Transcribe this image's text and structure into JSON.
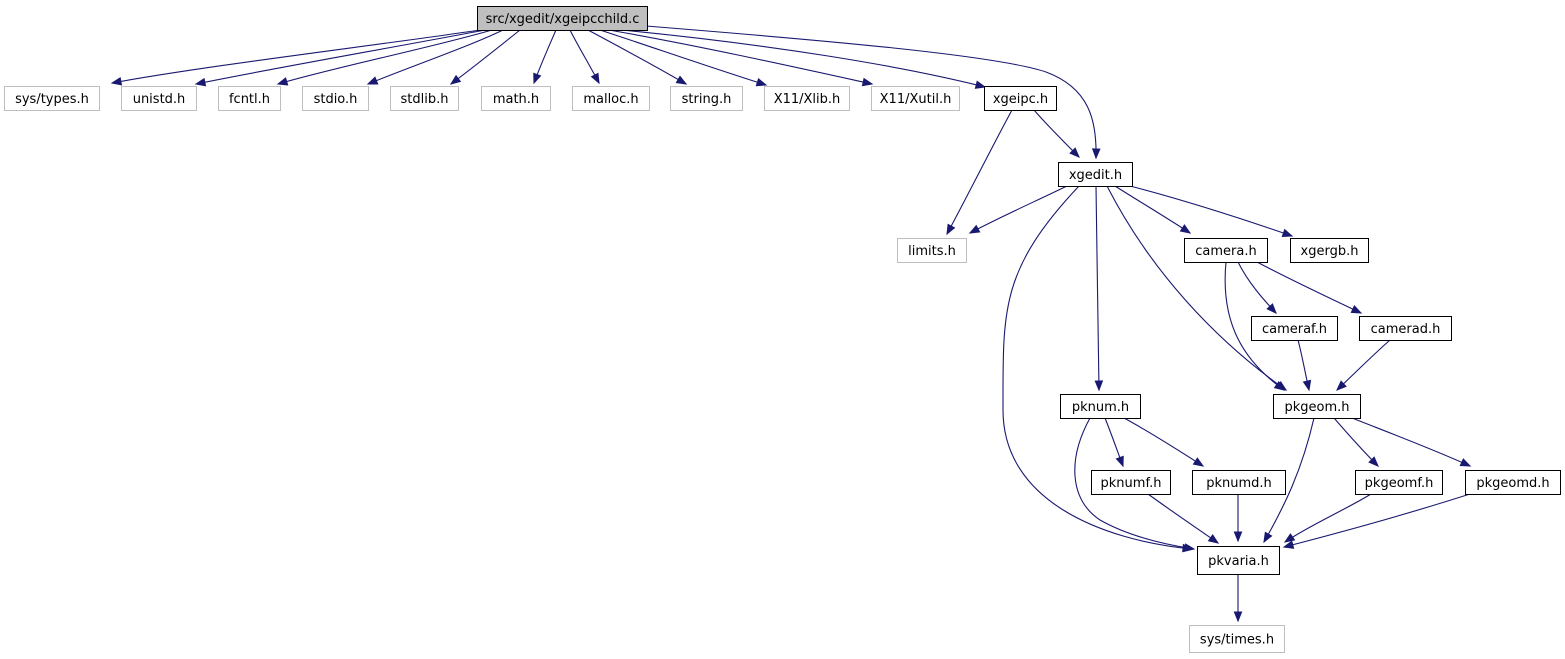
{
  "colors": {
    "edge": "#191970",
    "root_fill": "#bfbfbf",
    "root_border": "#000000",
    "documented_border": "#000000",
    "external_border": "#bfbfbf",
    "documented_text": "#000000",
    "external_text": "#000000"
  },
  "diagram": {
    "root": "src/xgedit/xgeipcchild.c",
    "nodes": [
      {
        "id": "root",
        "label": "src/xgedit/xgeipcchild.c",
        "kind": "root"
      },
      {
        "id": "sys_types",
        "label": "sys/types.h",
        "kind": "external"
      },
      {
        "id": "unistd",
        "label": "unistd.h",
        "kind": "external"
      },
      {
        "id": "fcntl",
        "label": "fcntl.h",
        "kind": "external"
      },
      {
        "id": "stdio",
        "label": "stdio.h",
        "kind": "external"
      },
      {
        "id": "stdlib",
        "label": "stdlib.h",
        "kind": "external"
      },
      {
        "id": "math",
        "label": "math.h",
        "kind": "external"
      },
      {
        "id": "malloc",
        "label": "malloc.h",
        "kind": "external"
      },
      {
        "id": "string",
        "label": "string.h",
        "kind": "external"
      },
      {
        "id": "xlib",
        "label": "X11/Xlib.h",
        "kind": "external"
      },
      {
        "id": "xutil",
        "label": "X11/Xutil.h",
        "kind": "external"
      },
      {
        "id": "xgeipc",
        "label": "xgeipc.h",
        "kind": "documented"
      },
      {
        "id": "xgedit",
        "label": "xgedit.h",
        "kind": "documented"
      },
      {
        "id": "limits",
        "label": "limits.h",
        "kind": "external"
      },
      {
        "id": "camera",
        "label": "camera.h",
        "kind": "documented"
      },
      {
        "id": "xgergb",
        "label": "xgergb.h",
        "kind": "documented"
      },
      {
        "id": "cameraf",
        "label": "cameraf.h",
        "kind": "documented"
      },
      {
        "id": "camerad",
        "label": "camerad.h",
        "kind": "documented"
      },
      {
        "id": "pknum",
        "label": "pknum.h",
        "kind": "documented"
      },
      {
        "id": "pkgeom",
        "label": "pkgeom.h",
        "kind": "documented"
      },
      {
        "id": "pknumf",
        "label": "pknumf.h",
        "kind": "documented"
      },
      {
        "id": "pknumd",
        "label": "pknumd.h",
        "kind": "documented"
      },
      {
        "id": "pkgeomf",
        "label": "pkgeomf.h",
        "kind": "documented"
      },
      {
        "id": "pkgeomd",
        "label": "pkgeomd.h",
        "kind": "documented"
      },
      {
        "id": "pkvaria",
        "label": "pkvaria.h",
        "kind": "documented"
      },
      {
        "id": "sys_times",
        "label": "sys/times.h",
        "kind": "external"
      }
    ],
    "edges": [
      {
        "from": "root",
        "to": "sys_types"
      },
      {
        "from": "root",
        "to": "unistd"
      },
      {
        "from": "root",
        "to": "fcntl"
      },
      {
        "from": "root",
        "to": "stdio"
      },
      {
        "from": "root",
        "to": "stdlib"
      },
      {
        "from": "root",
        "to": "math"
      },
      {
        "from": "root",
        "to": "malloc"
      },
      {
        "from": "root",
        "to": "string"
      },
      {
        "from": "root",
        "to": "xlib"
      },
      {
        "from": "root",
        "to": "xutil"
      },
      {
        "from": "root",
        "to": "xgeipc"
      },
      {
        "from": "root",
        "to": "xgedit"
      },
      {
        "from": "xgeipc",
        "to": "xgedit"
      },
      {
        "from": "xgeipc",
        "to": "limits"
      },
      {
        "from": "xgedit",
        "to": "limits"
      },
      {
        "from": "xgedit",
        "to": "camera"
      },
      {
        "from": "xgedit",
        "to": "xgergb"
      },
      {
        "from": "xgedit",
        "to": "pkgeom"
      },
      {
        "from": "xgedit",
        "to": "pknum"
      },
      {
        "from": "xgedit",
        "to": "pkvaria"
      },
      {
        "from": "camera",
        "to": "cameraf"
      },
      {
        "from": "camera",
        "to": "camerad"
      },
      {
        "from": "camera",
        "to": "pkgeom"
      },
      {
        "from": "cameraf",
        "to": "pkgeom"
      },
      {
        "from": "camerad",
        "to": "pkgeom"
      },
      {
        "from": "pknum",
        "to": "pknumf"
      },
      {
        "from": "pknum",
        "to": "pknumd"
      },
      {
        "from": "pknum",
        "to": "pkvaria"
      },
      {
        "from": "pkgeom",
        "to": "pkgeomf"
      },
      {
        "from": "pkgeom",
        "to": "pkgeomd"
      },
      {
        "from": "pkgeom",
        "to": "pkvaria"
      },
      {
        "from": "pknumf",
        "to": "pkvaria"
      },
      {
        "from": "pknumd",
        "to": "pkvaria"
      },
      {
        "from": "pkgeomf",
        "to": "pkvaria"
      },
      {
        "from": "pkgeomd",
        "to": "pkvaria"
      },
      {
        "from": "pkvaria",
        "to": "sys_times"
      }
    ]
  }
}
